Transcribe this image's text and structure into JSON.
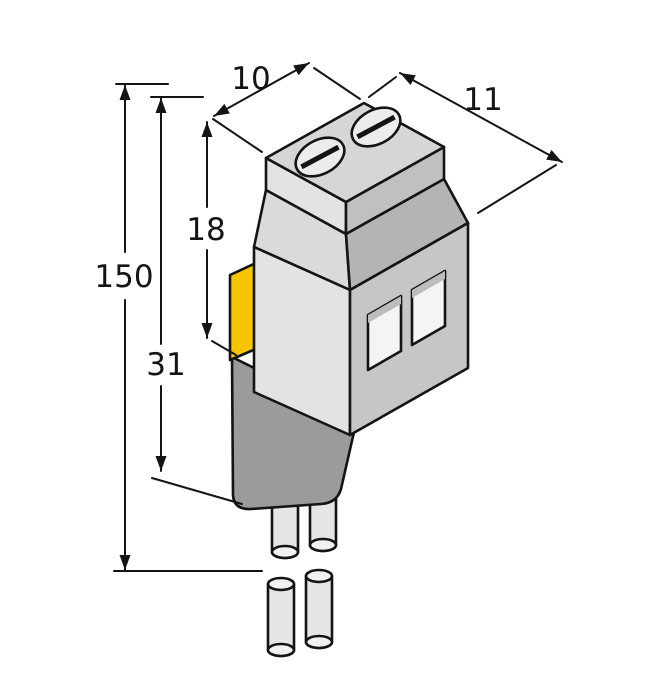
{
  "drawing": {
    "description": "isometric-dimension-drawing-of-terminal-block-sensor",
    "labels": {
      "overall_length": "150",
      "lower_section_length": "31",
      "upper_section_height": "18",
      "top_width": "10",
      "top_depth": "11"
    },
    "colors": {
      "accent_yellow": "#f6c500",
      "sensor_gray": "#9b9b9b",
      "outline": "#141414",
      "face_light": "#e3e3e3",
      "face_top": "#d6d6d6",
      "face_side": "#c6c6c6",
      "background": "#ffffff"
    }
  }
}
